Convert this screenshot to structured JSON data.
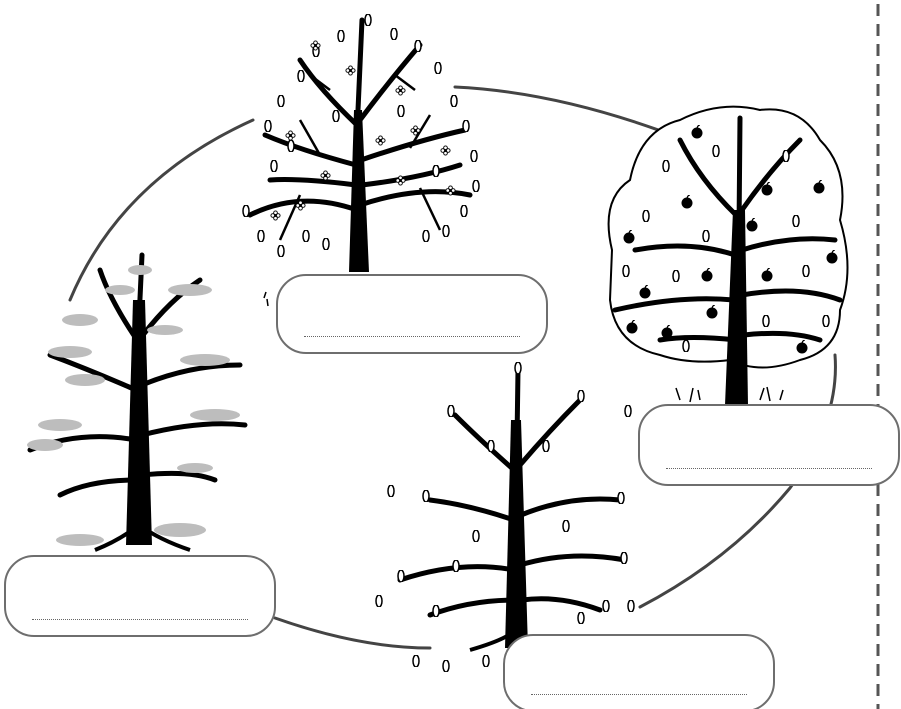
{
  "worksheet": {
    "seasons": [
      {
        "id": "spring",
        "tree": "blossoming-tree-icon",
        "label": ""
      },
      {
        "id": "summer",
        "tree": "fruit-tree-icon",
        "label": ""
      },
      {
        "id": "autumn",
        "tree": "falling-leaves-tree-icon",
        "label": ""
      },
      {
        "id": "winter",
        "tree": "snowy-tree-icon",
        "label": ""
      }
    ],
    "colors": {
      "outline": "#6e6e6e",
      "tree": "#000000",
      "snow": "#bdbdbd",
      "cycle": "#444444"
    }
  }
}
